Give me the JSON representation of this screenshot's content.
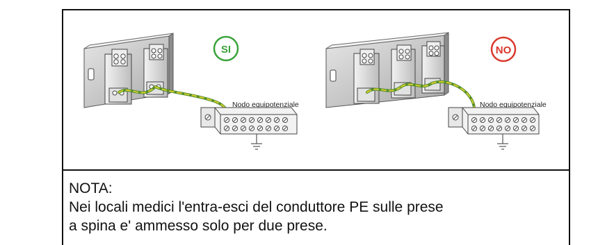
{
  "panels": [
    {
      "badge": "SI",
      "badge_color": "#3aa33a",
      "node_label": "Nodo equipotenziale"
    },
    {
      "badge": "NO",
      "badge_color": "#d9382c",
      "node_label": "Nodo equipotenziale"
    }
  ],
  "note": {
    "title": "NOTA:",
    "line1": "Nei locali medici l'entra-esci del conduttore PE sulle prese",
    "line2": "a spina e' ammesso solo per due prese."
  },
  "colors": {
    "wire_yellow": "#d8cf2a",
    "wire_green": "#4e8b2a",
    "frame": "#111111"
  }
}
